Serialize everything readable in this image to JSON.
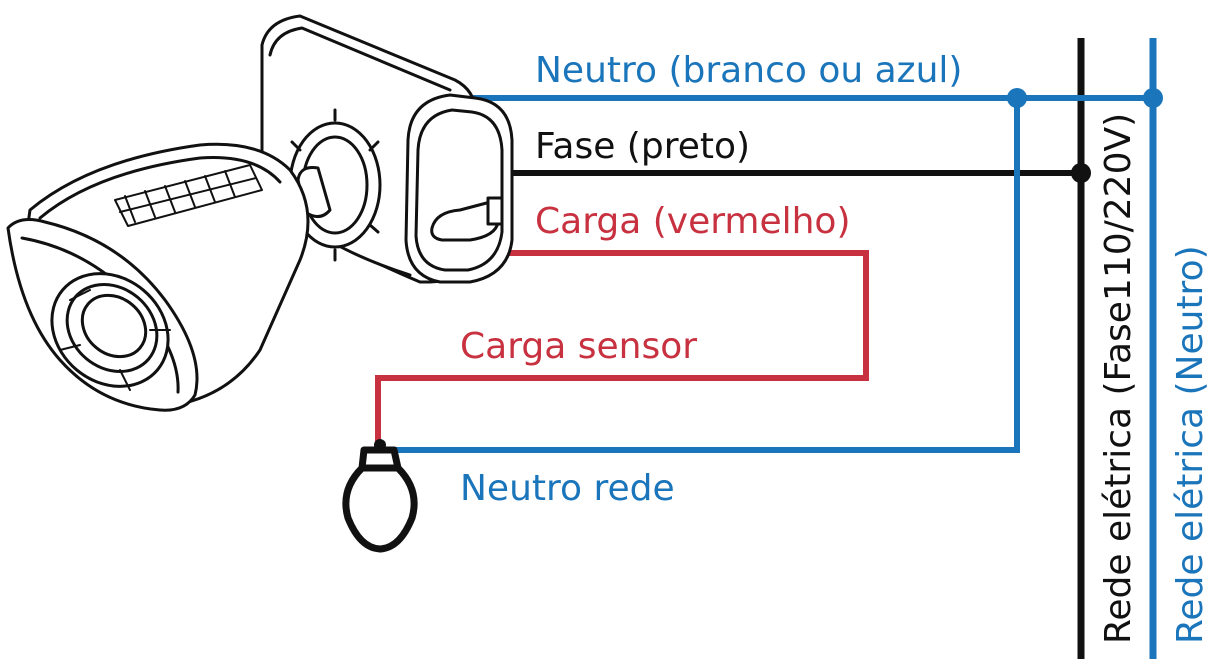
{
  "labels": {
    "neutral_wire": "Neutro (branco ou azul)",
    "phase_wire": "Fase (preto)",
    "load_wire": "Carga (vermelho)",
    "load_sensor": "Carga sensor",
    "neutral_grid": "Neutro rede",
    "grid_phase": "Rede elétrica (Fase110/220V)",
    "grid_neutral": "Rede elétrica (Neutro)"
  },
  "colors": {
    "neutral": "#1a75bb",
    "phase": "#111111",
    "load": "#c8313f"
  },
  "icons": {
    "sensor": "security-camera-sensor-icon",
    "lamp": "light-bulb-icon"
  }
}
